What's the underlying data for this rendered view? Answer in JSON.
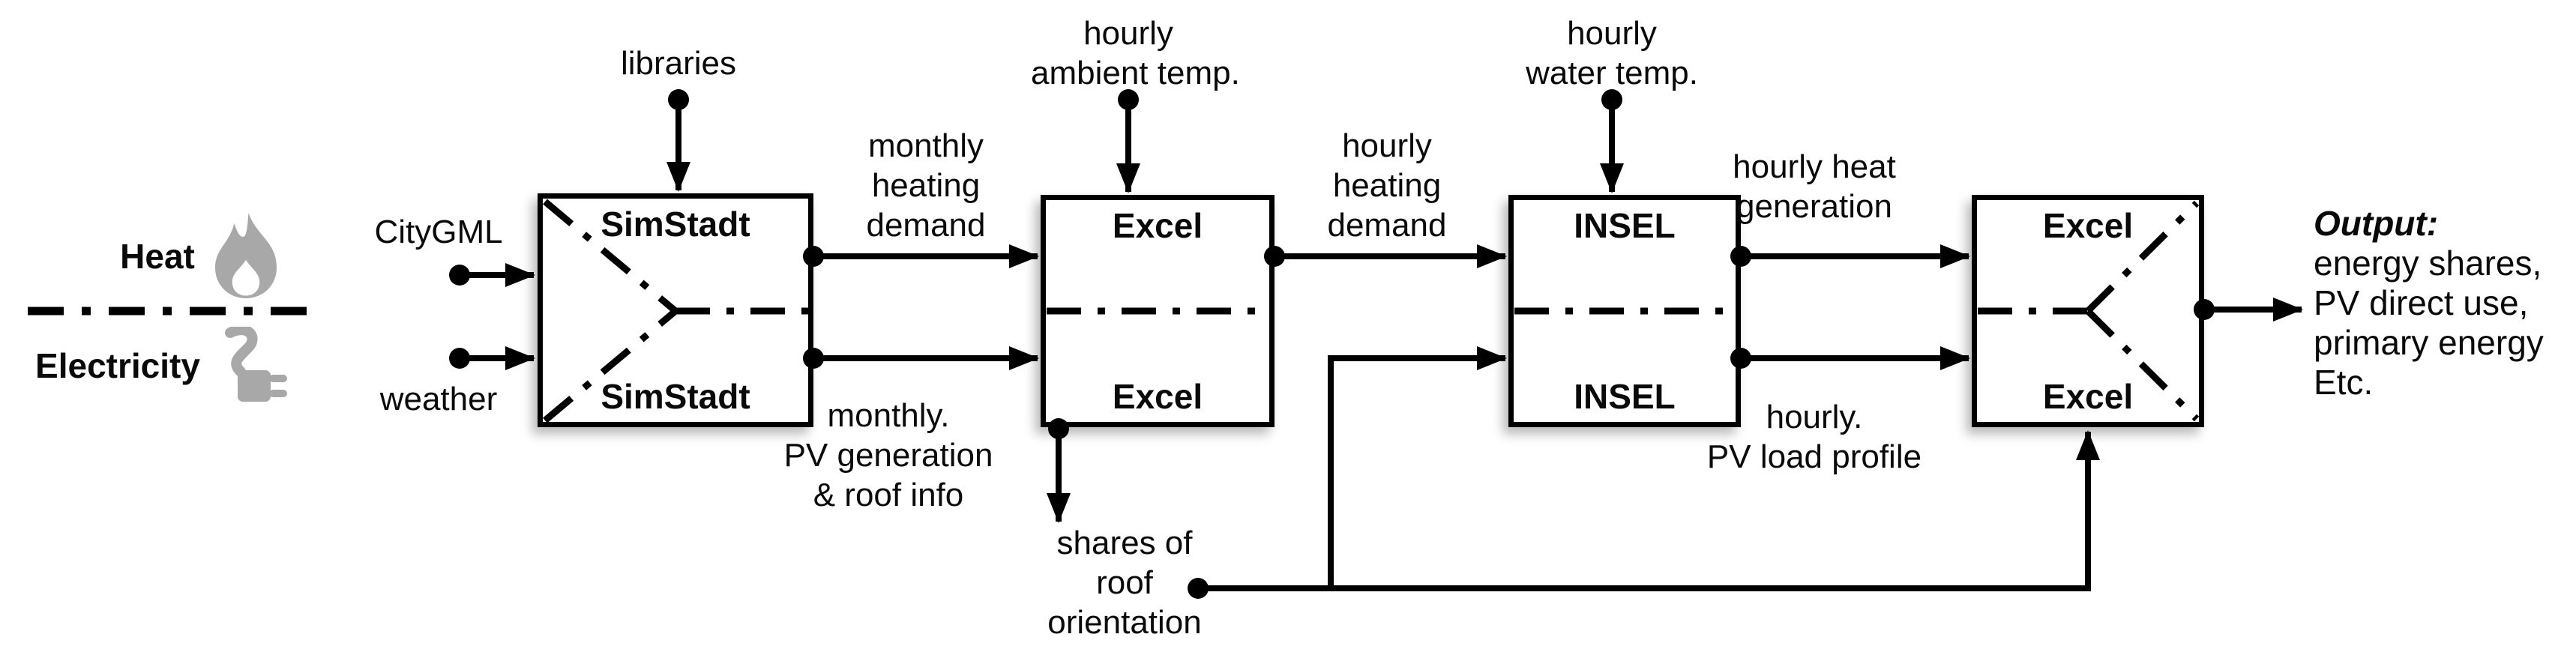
{
  "legend": {
    "heat_label": "Heat",
    "electricity_label": "Electricity"
  },
  "sources": {
    "citygml": "CityGML",
    "weather": "weather",
    "libraries": "libraries",
    "hourly_ambient": [
      "hourly",
      "ambient temp."
    ],
    "hourly_water": [
      "hourly",
      "water temp."
    ]
  },
  "boxes": [
    {
      "name": "simstadt",
      "top_label": "SimStadt",
      "bottom_label": "SimStadt"
    },
    {
      "name": "excel-mid",
      "top_label": "Excel",
      "bottom_label": "Excel"
    },
    {
      "name": "insel",
      "top_label": "INSEL",
      "bottom_label": "INSEL"
    },
    {
      "name": "excel-final",
      "top_label": "Excel",
      "bottom_label": "Excel"
    }
  ],
  "flow_labels": {
    "monthly_heating": [
      "monthly",
      "heating",
      "demand"
    ],
    "monthly_pv": [
      "monthly.",
      "PV generation",
      "& roof info"
    ],
    "hourly_heating": [
      "hourly",
      "heating",
      "demand"
    ],
    "shares_roof": [
      "shares of",
      "roof",
      "orientation"
    ],
    "hourly_heat_gen": [
      "hourly heat",
      "generation"
    ],
    "hourly_pv_load": [
      "hourly.",
      "PV load profile"
    ]
  },
  "output": {
    "title": "Output:",
    "lines": [
      "energy shares,",
      "PV direct use,",
      "primary energy",
      "Etc."
    ]
  },
  "colors": {
    "icon_gray": "#a8a8a8",
    "line_black": "#000000"
  }
}
